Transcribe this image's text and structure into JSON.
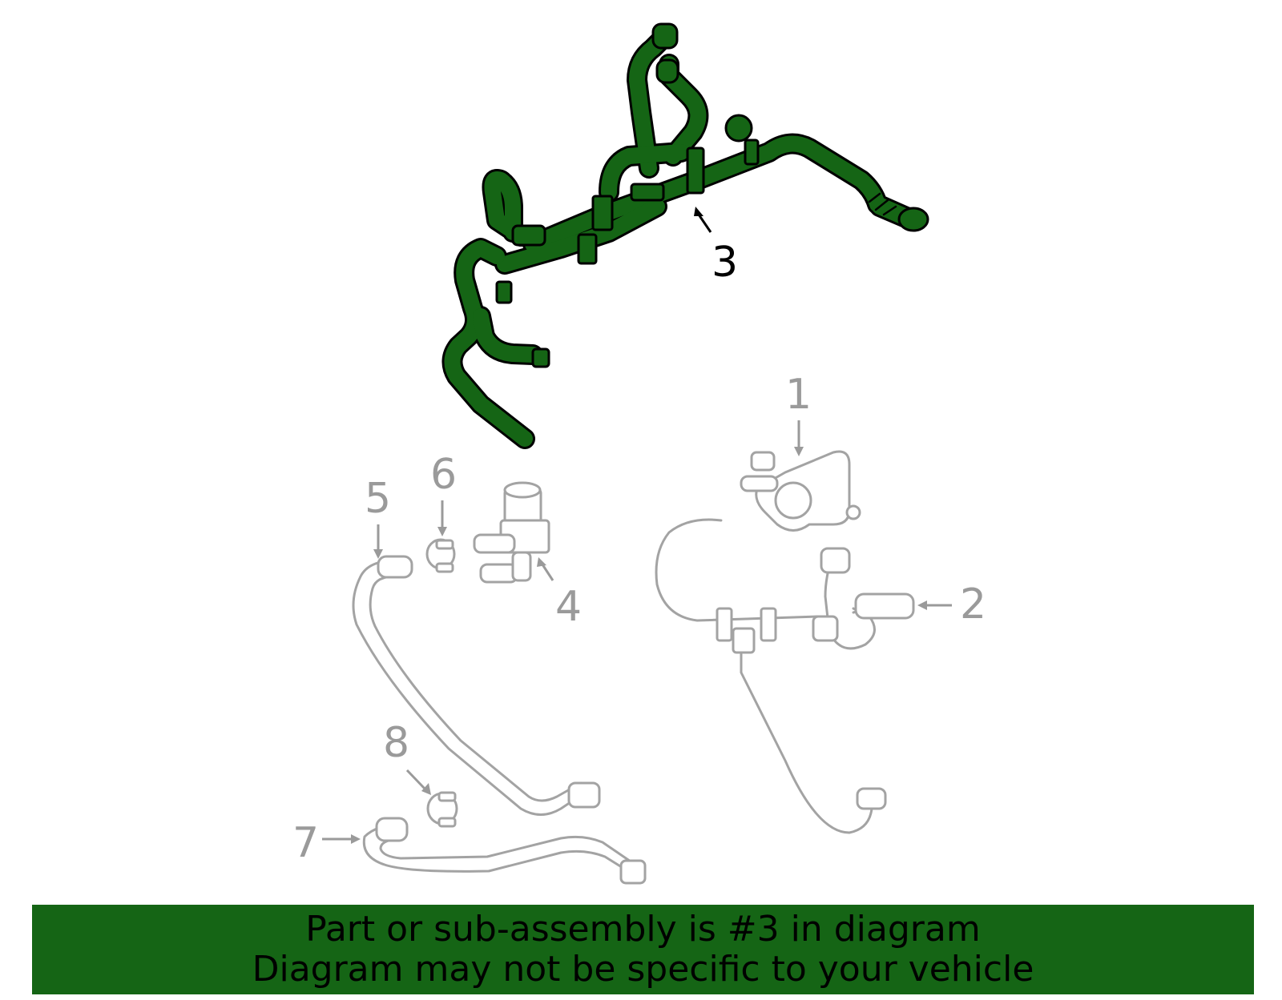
{
  "callouts": {
    "c1": "1",
    "c2": "2",
    "c3": "3",
    "c4": "4",
    "c5": "5",
    "c6": "6",
    "c7": "7",
    "c8": "8"
  },
  "highlighted_part": "3",
  "colors": {
    "highlight": "#156515",
    "outline": "#000000",
    "dimmed": "#a3a3a3",
    "footer_bg": "#156515"
  },
  "footer": {
    "line1": "Part or sub-assembly is #3 in diagram",
    "line2": "Diagram may not be specific to your vehicle"
  }
}
